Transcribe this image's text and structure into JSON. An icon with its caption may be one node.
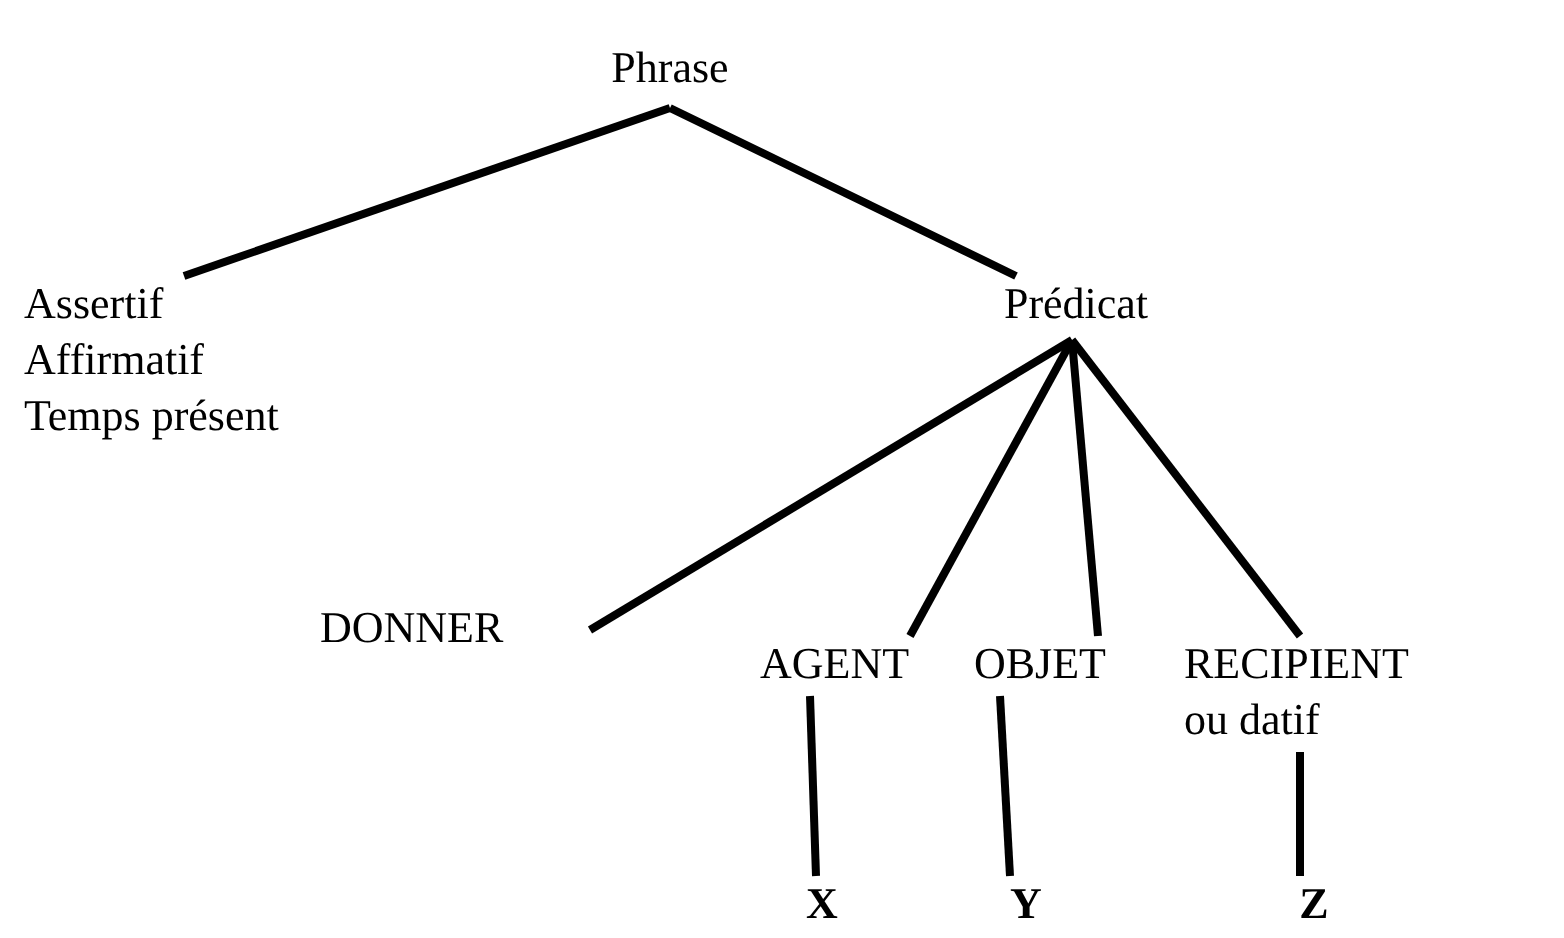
{
  "diagram": {
    "nodes": [
      {
        "text": [
          "Phrase"
        ]
      },
      {
        "text": [
          "Assertif",
          "Affirmatif",
          "Temps présent"
        ]
      },
      {
        "text": [
          "Prédicat"
        ]
      },
      {
        "text": [
          "DONNER"
        ]
      },
      {
        "text": [
          "AGENT"
        ]
      },
      {
        "text": [
          "OBJET"
        ]
      },
      {
        "text": [
          "RECIPIENT ou datif"
        ]
      },
      {
        "text": [
          "X"
        ]
      },
      {
        "text": [
          "Y"
        ]
      },
      {
        "text": [
          "Z"
        ]
      }
    ],
    "edges": [
      {
        "from": 0,
        "to": 1,
        "arrow": "none"
      },
      {
        "from": 0,
        "to": 2,
        "arrow": "none"
      },
      {
        "from": 2,
        "to": 3,
        "arrow": "none"
      },
      {
        "from": 2,
        "to": 4,
        "arrow": "none"
      },
      {
        "from": 2,
        "to": 5,
        "arrow": "none"
      },
      {
        "from": 2,
        "to": 6,
        "arrow": "none"
      },
      {
        "from": 4,
        "to": 7,
        "arrow": "none"
      },
      {
        "from": 5,
        "to": 8,
        "arrow": "none"
      },
      {
        "from": 6,
        "to": 9,
        "arrow": "none"
      }
    ]
  }
}
